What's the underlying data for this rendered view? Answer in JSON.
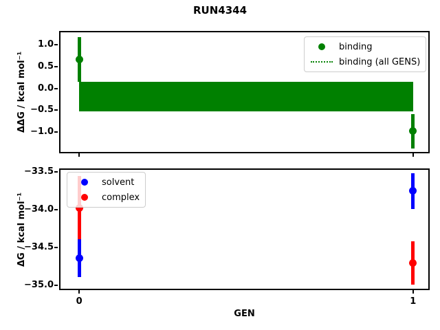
{
  "figure": {
    "title": "RUN4344",
    "xlabel": "GEN",
    "background": "#ffffff"
  },
  "colors": {
    "binding": "#008000",
    "solvent": "#0000ff",
    "complex": "#ff0000",
    "axis": "#000000",
    "legend_border": "#cccccc"
  },
  "chart_data": [
    {
      "type": "scatter",
      "title": "",
      "ylabel": "ΔΔG / kcal mol⁻¹",
      "xlim": [
        -0.06,
        1.05
      ],
      "ylim": [
        -1.48,
        1.31
      ],
      "yticks": [
        1.0,
        0.5,
        0.0,
        -0.5,
        -1.0
      ],
      "ytick_labels": [
        "1.0",
        "0.5",
        "0.0",
        "−0.5",
        "−1.0"
      ],
      "xticks": [
        0,
        1
      ],
      "xtick_labels": [
        "",
        ""
      ],
      "grid": false,
      "series": [
        {
          "name": "binding",
          "color": "#008000",
          "x": [
            0,
            1
          ],
          "y": [
            0.66,
            -0.97
          ],
          "err_low": [
            0.15,
            -1.37
          ],
          "err_high": [
            1.17,
            -0.58
          ]
        }
      ],
      "band": {
        "name": "binding (all GENS)",
        "color": "#008000",
        "x_range": [
          0,
          1
        ],
        "y_low": -0.53,
        "y_high": 0.15
      },
      "legend": {
        "position": "upper right",
        "entries": [
          {
            "label": "binding",
            "marker": "dot",
            "color": "#008000"
          },
          {
            "label": "binding (all GENS)",
            "marker": "dotted-line",
            "color": "#008000"
          }
        ]
      }
    },
    {
      "type": "scatter",
      "title": "",
      "ylabel": "ΔG / kcal mol⁻¹",
      "xlim": [
        -0.06,
        1.05
      ],
      "ylim": [
        -35.06,
        -33.45
      ],
      "yticks": [
        -33.5,
        -34.0,
        -34.5,
        -35.0
      ],
      "ytick_labels": [
        "−33.5",
        "−34.0",
        "−34.5",
        "−35.0"
      ],
      "xticks": [
        0,
        1
      ],
      "xtick_labels": [
        "0",
        "1"
      ],
      "grid": false,
      "series": [
        {
          "name": "solvent",
          "color": "#0000ff",
          "x": [
            0,
            1
          ],
          "y": [
            -34.64,
            -33.75
          ],
          "err_low": [
            -34.89,
            -33.99
          ],
          "err_high": [
            -34.39,
            -33.51
          ]
        },
        {
          "name": "complex",
          "color": "#ff0000",
          "x": [
            0,
            1
          ],
          "y": [
            -33.97,
            -34.7
          ],
          "err_low": [
            -34.39,
            -34.99
          ],
          "err_high": [
            -33.55,
            -34.41
          ]
        }
      ],
      "legend": {
        "position": "upper left",
        "entries": [
          {
            "label": "solvent",
            "marker": "dot",
            "color": "#0000ff"
          },
          {
            "label": "complex",
            "marker": "dot",
            "color": "#ff0000"
          }
        ]
      }
    }
  ]
}
